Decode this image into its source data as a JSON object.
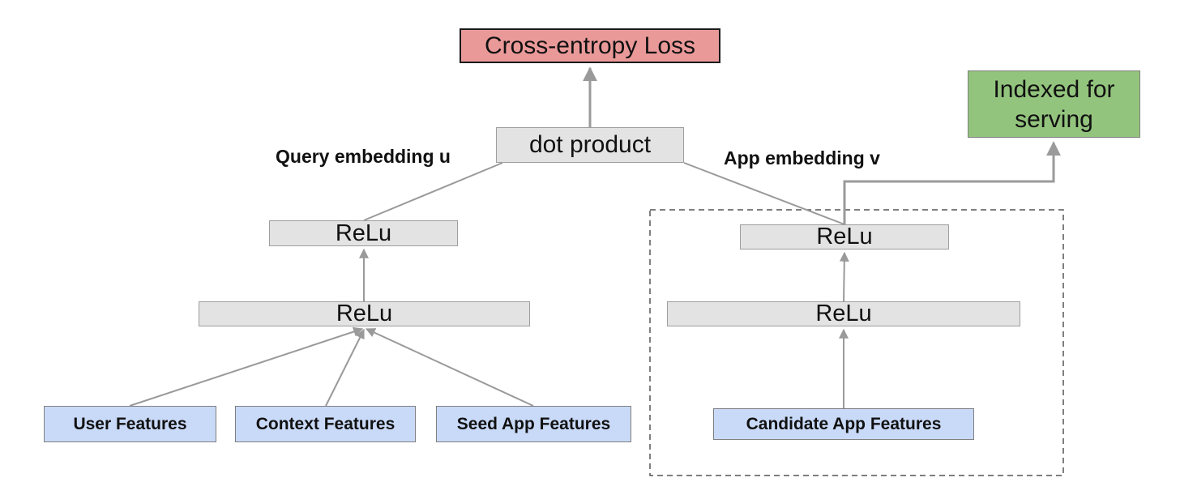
{
  "loss": {
    "label": "Cross-entropy Loss",
    "color": "#ea9999"
  },
  "indexed": {
    "label": "Indexed for\nserving",
    "color": "#93c47d"
  },
  "dot_product": {
    "label": "dot product"
  },
  "query_label": "Query embedding u",
  "app_label": "App embedding v",
  "query_tower": {
    "relu_top": "ReLu",
    "relu_bottom": "ReLu"
  },
  "app_tower": {
    "relu_top": "ReLu",
    "relu_bottom": "ReLu"
  },
  "features": {
    "user": "User Features",
    "context": "Context Features",
    "seed_app": "Seed App Features",
    "candidate_app": "Candidate App Features",
    "color": "#c9daf8"
  }
}
